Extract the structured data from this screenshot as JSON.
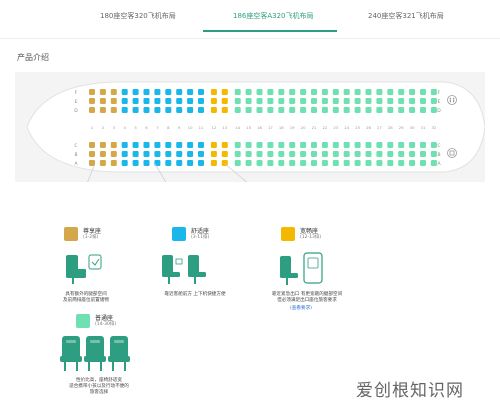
{
  "tabs": [
    {
      "label": "180座空客320飞机布局",
      "active": false
    },
    {
      "label": "186座空客A320飞机布局",
      "active": true
    },
    {
      "label": "240座空客321飞机布局",
      "active": false
    }
  ],
  "section_title": "产品介绍",
  "colors": {
    "accent": "#2e9e82",
    "premium": "#d4a84a",
    "comfort": "#1ab7ea",
    "extra_legroom": "#f5b800",
    "economy": "#6fe0b2"
  },
  "seat_map": {
    "left_letters": [
      "F",
      "E",
      "D",
      "C",
      "B",
      "A"
    ],
    "right_letters": [
      "F",
      "E",
      "D",
      "C",
      "B",
      "A"
    ],
    "row_count": 32,
    "seat_types_by_row": [
      "premium",
      "premium",
      "premium",
      "comfort",
      "comfort",
      "comfort",
      "comfort",
      "comfort",
      "comfort",
      "comfort",
      "comfort",
      "extra_legroom",
      "extra_legroom",
      "economy",
      "economy",
      "economy",
      "economy",
      "economy",
      "economy",
      "economy",
      "economy",
      "economy",
      "economy",
      "economy",
      "economy",
      "economy",
      "economy",
      "economy",
      "economy",
      "economy",
      "economy",
      "economy"
    ],
    "exit_after_rows": [
      10,
      11
    ],
    "icons": [
      "toilet-icon",
      "galley-icon"
    ]
  },
  "legend": [
    {
      "key": "premium",
      "name": "尊享座",
      "range": "(1-2排)",
      "description": [
        "具有额外的腿部空间",
        "及前两排座位前置储物"
      ],
      "note": ""
    },
    {
      "key": "comfort",
      "name": "舒适座",
      "range": "(3-11排)",
      "description": [
        "靠近客舱前方 上下机快捷方便"
      ],
      "note": ""
    },
    {
      "key": "extra_legroom",
      "name": "宽畅座",
      "range": "(12-13排)",
      "description": [
        "靠近紧急出口 有更宽敞的腿部空间",
        "但必须满足出口座位旅客要求"
      ],
      "note": "(查看要求)"
    },
    {
      "key": "economy",
      "name": "普通座",
      "range": "(14-30排)",
      "description": [
        "性价比高，座椅舒适宽",
        "适合携带小孩以及行动不便的",
        "旅客选择"
      ],
      "note": ""
    }
  ],
  "watermark": "爱创根知识网"
}
